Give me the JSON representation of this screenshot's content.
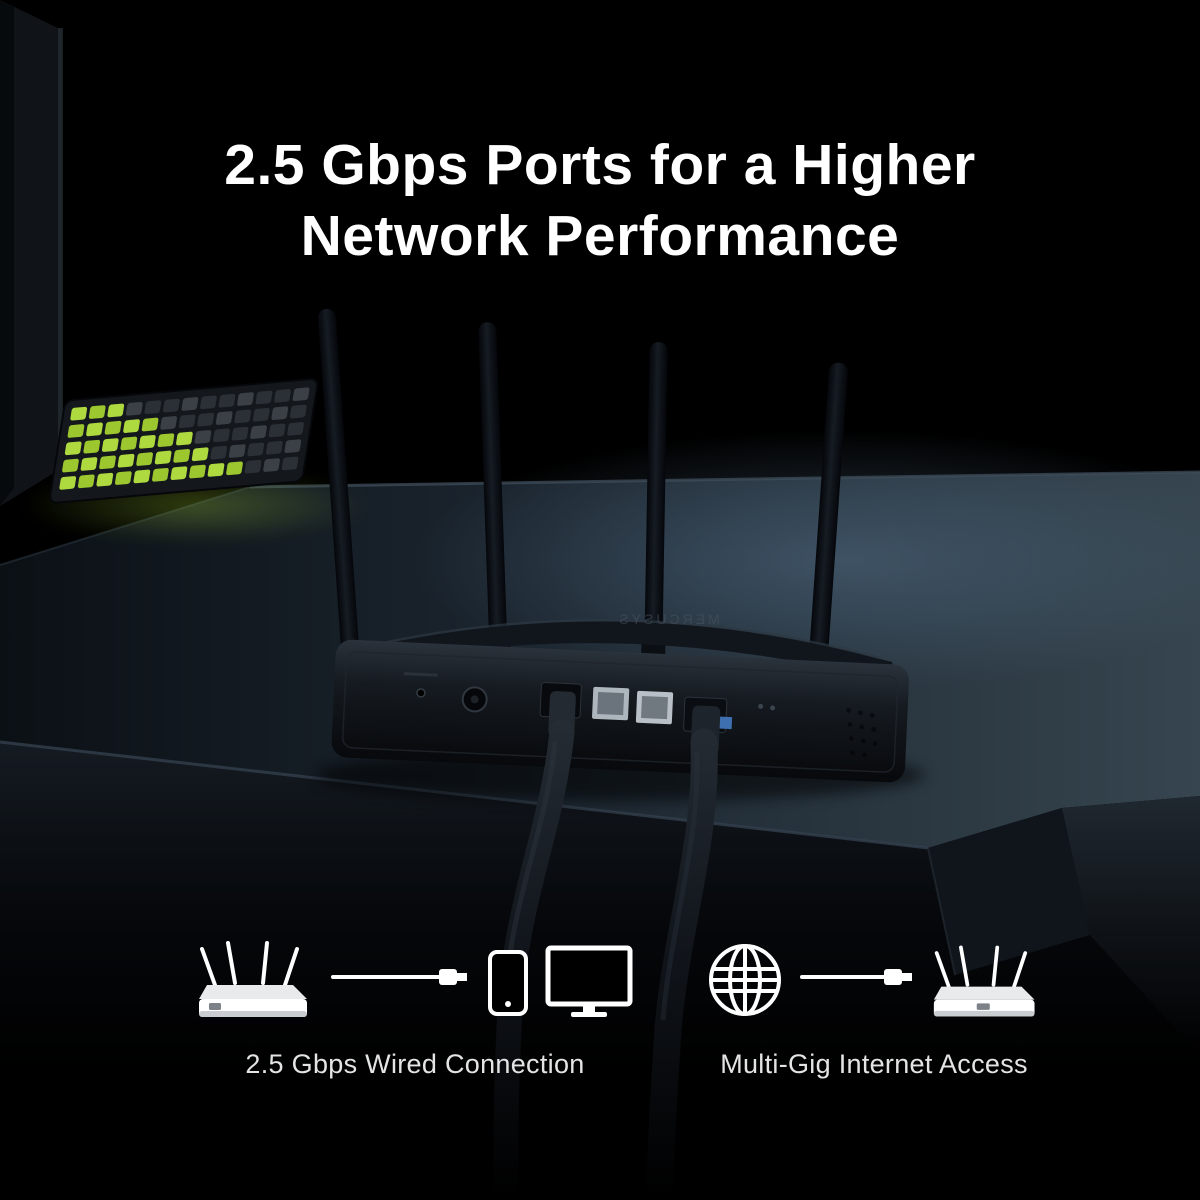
{
  "title": {
    "line1": "2.5 Gbps Ports for a Higher",
    "line2": "Network Performance"
  },
  "product": {
    "brand_logo": "MERCUSYS"
  },
  "features": [
    {
      "id": "wired",
      "label": "2.5 Gbps Wired Connection"
    },
    {
      "id": "internet",
      "label": "Multi-Gig Internet Access"
    }
  ],
  "colors": {
    "background": "#000000",
    "title_text": "#ffffff",
    "caption_text": "#e4e4e4",
    "accent_green": "#a4cf2f",
    "desk_blue_gray": "#36454f"
  }
}
